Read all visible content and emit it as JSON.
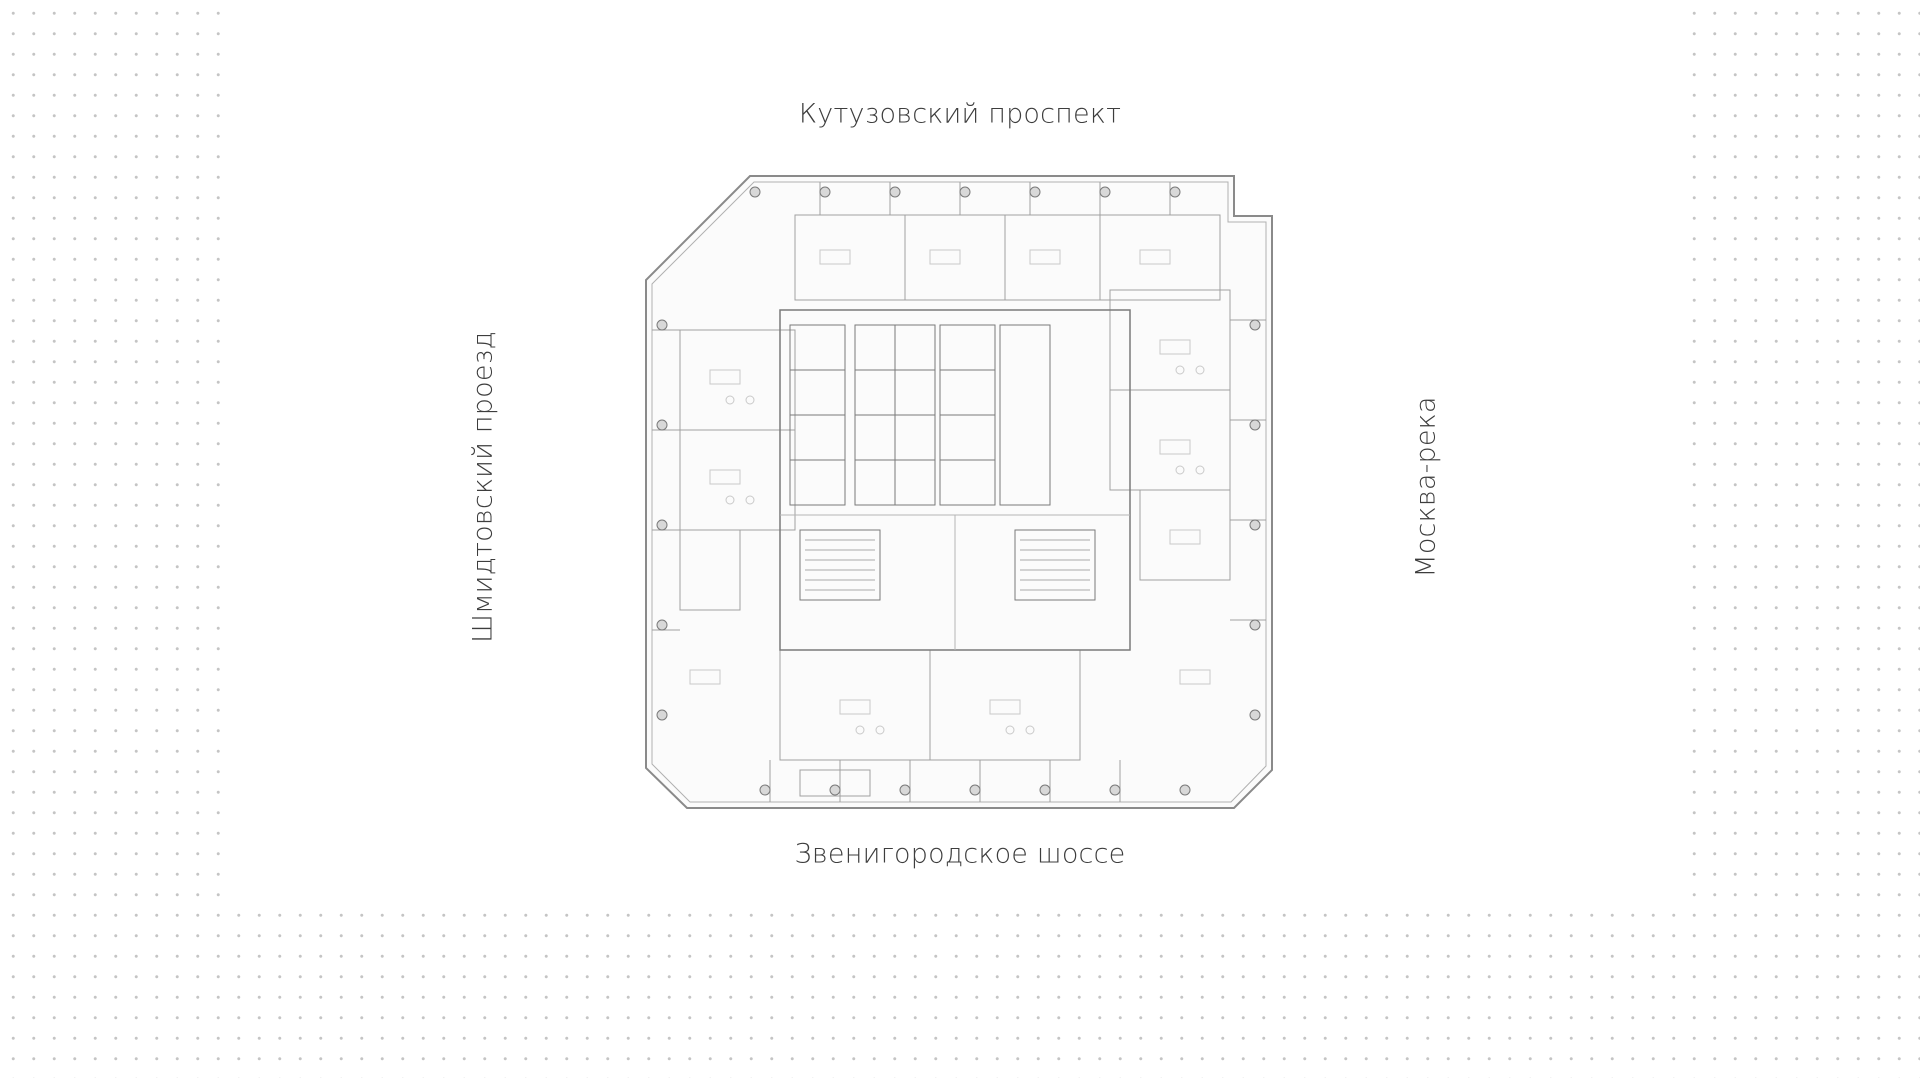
{
  "streets": {
    "north": "Кутузовский проспект",
    "south": "Звенигородское шоссе",
    "west": "Шмидтовский проезд",
    "east": "Москва-река"
  },
  "colors": {
    "background": "#ffffff",
    "grid_dot": "#c4c4c4",
    "plan_line": "#8a8a8a",
    "plan_fill": "#f4f4f4",
    "label_text": "#3d3d3d"
  },
  "icons": {
    "floorplan": "building-floor-plan"
  }
}
